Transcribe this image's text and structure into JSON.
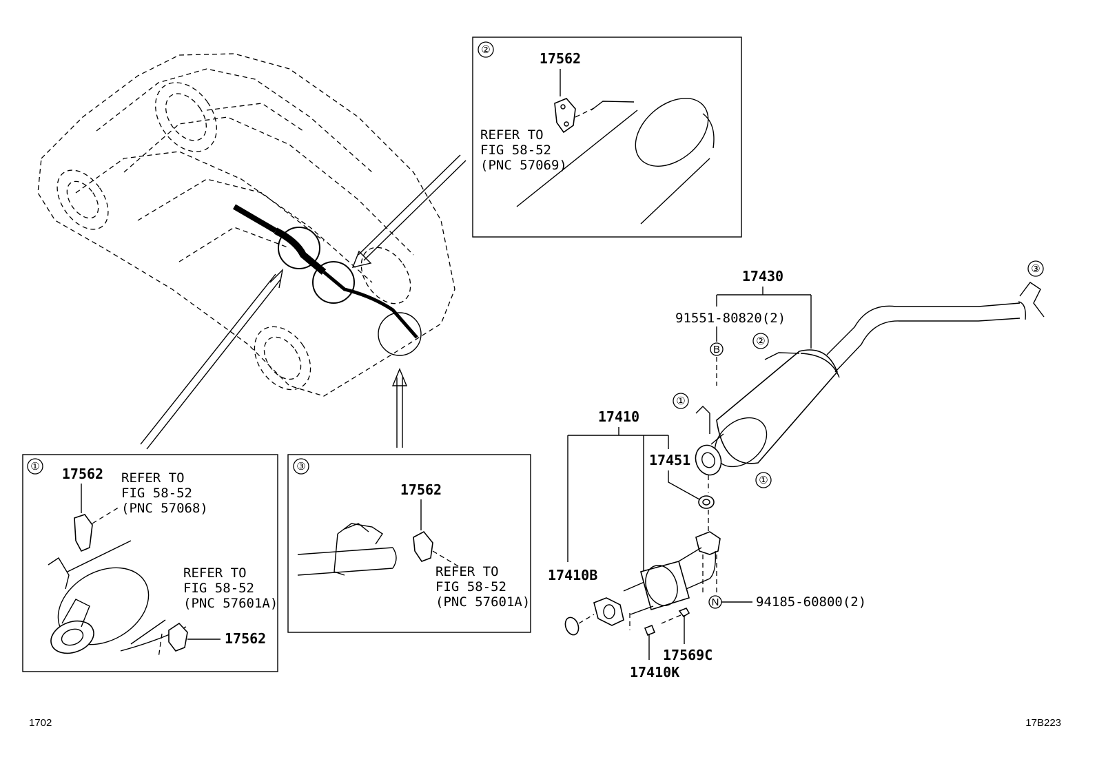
{
  "callouts": {
    "c1": "①",
    "c2": "②",
    "c3": "③",
    "b": "B",
    "n": "N"
  },
  "inset2": {
    "part": "17562",
    "refer": [
      "REFER TO",
      "FIG 58-52",
      "(PNC 57069)"
    ]
  },
  "inset1": {
    "part_top": "17562",
    "refer_top": [
      "REFER TO",
      "FIG 58-52",
      "(PNC 57068)"
    ],
    "refer_bottom": [
      "REFER TO",
      "FIG 58-52",
      "(PNC 57601A)"
    ],
    "part_bottom": "17562"
  },
  "inset3": {
    "part": "17562",
    "refer": [
      "REFER TO",
      "FIG 58-52",
      "(PNC 57601A)"
    ]
  },
  "main": {
    "p17430": "17430",
    "p91551": "91551-80820(2)",
    "p17410": "17410",
    "p17451": "17451",
    "p17410b": "17410B",
    "p94185": "94185-60800(2)",
    "p17569c": "17569C",
    "p17410k": "17410K"
  },
  "footer": {
    "left": "1702",
    "right": "17B223"
  }
}
